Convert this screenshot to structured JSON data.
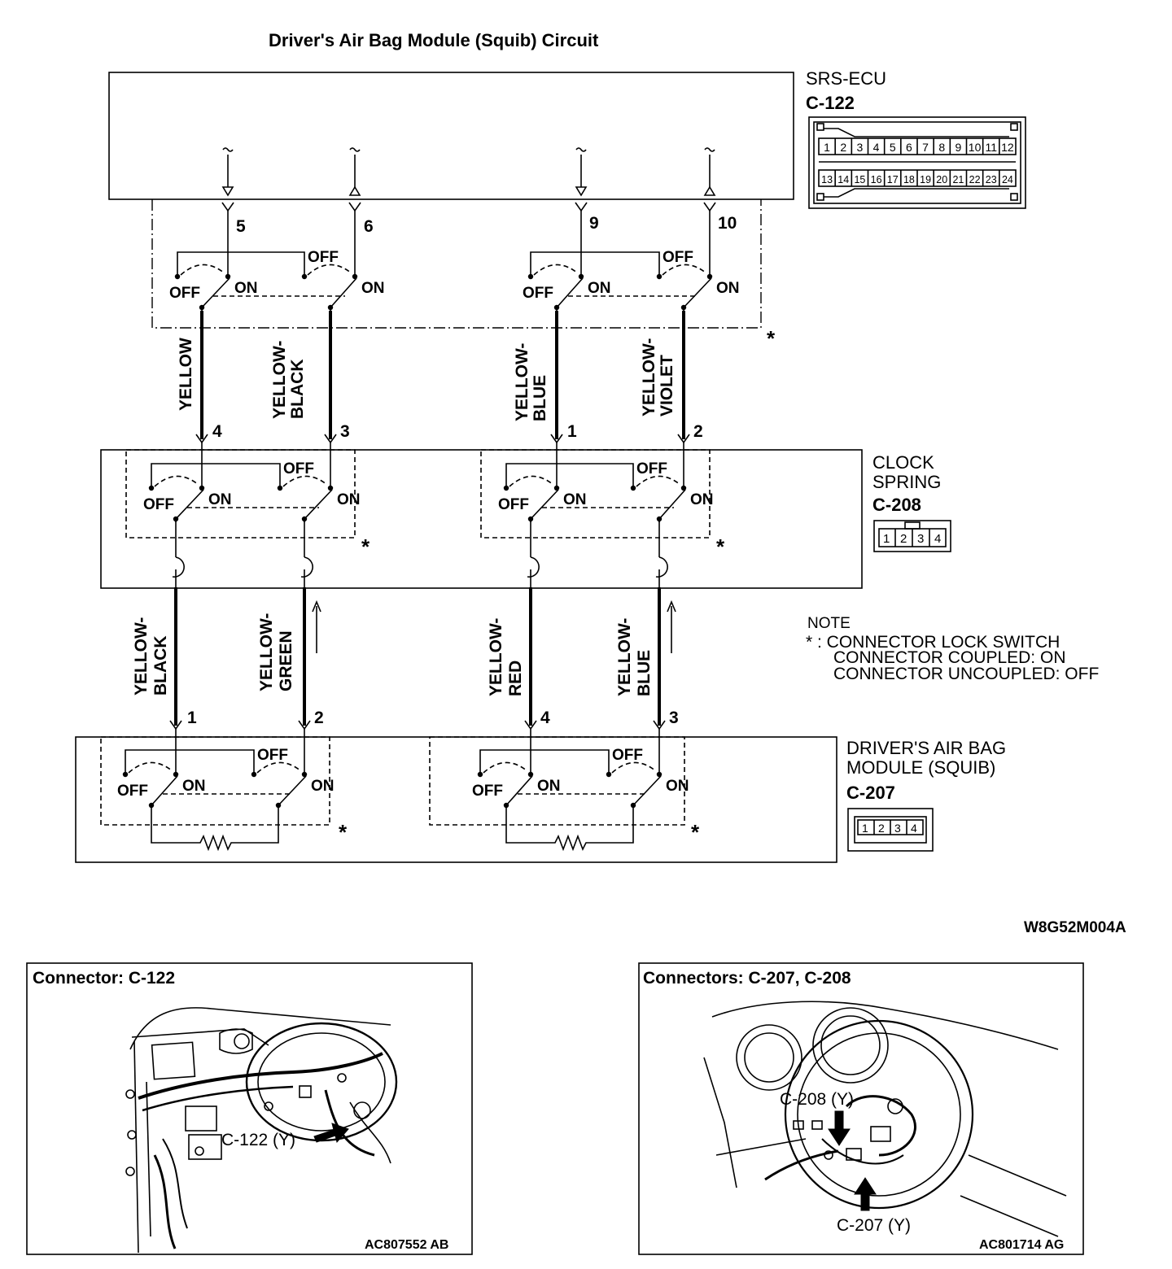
{
  "title": "Driver's Air Bag Module (Squib) Circuit",
  "switch_labels": {
    "on": "ON",
    "off": "OFF"
  },
  "asterisk": "*",
  "ecu": {
    "name": "SRS-ECU",
    "connector": "C-122",
    "pins_top": [
      "1",
      "2",
      "3",
      "4",
      "5",
      "6",
      "7",
      "8",
      "9",
      "10",
      "11",
      "12"
    ],
    "pins_bottom": [
      "13",
      "14",
      "15",
      "16",
      "17",
      "18",
      "19",
      "20",
      "21",
      "22",
      "23",
      "24"
    ],
    "terminals": [
      "5",
      "6",
      "9",
      "10"
    ]
  },
  "wires_upper": [
    {
      "lines": [
        "YELLOW"
      ],
      "pin": "4"
    },
    {
      "lines": [
        "YELLOW-",
        "BLACK"
      ],
      "pin": "3"
    },
    {
      "lines": [
        "YELLOW-",
        "BLUE"
      ],
      "pin": "1"
    },
    {
      "lines": [
        "YELLOW-",
        "VIOLET"
      ],
      "pin": "2"
    }
  ],
  "clock_spring": {
    "name_line1": "CLOCK",
    "name_line2": "SPRING",
    "connector": "C-208",
    "pins": [
      "1",
      "2",
      "3",
      "4"
    ]
  },
  "wires_lower": [
    {
      "lines": [
        "YELLOW-",
        "BLACK"
      ],
      "pin": "1"
    },
    {
      "lines": [
        "YELLOW-",
        "GREEN"
      ],
      "pin": "2"
    },
    {
      "lines": [
        "YELLOW-",
        "RED"
      ],
      "pin": "4"
    },
    {
      "lines": [
        "YELLOW-",
        "BLUE"
      ],
      "pin": "3"
    }
  ],
  "note": {
    "heading": "NOTE",
    "line1": "* : CONNECTOR LOCK SWITCH",
    "line2": "CONNECTOR COUPLED: ON",
    "line3": "CONNECTOR UNCOUPLED: OFF"
  },
  "module": {
    "name_line1": "DRIVER'S AIR BAG",
    "name_line2": "MODULE (SQUIB)",
    "connector": "C-207",
    "pins": [
      "1",
      "2",
      "3",
      "4"
    ]
  },
  "diagram_code": "W8G52M004A",
  "panel_left": {
    "title": "Connector: C-122",
    "callout": "C-122 (Y)",
    "code": "AC807552 AB"
  },
  "panel_right": {
    "title": "Connectors: C-207, C-208",
    "callout_top": "C-208 (Y)",
    "callout_bottom": "C-207 (Y)",
    "code": "AC801714 AG"
  }
}
